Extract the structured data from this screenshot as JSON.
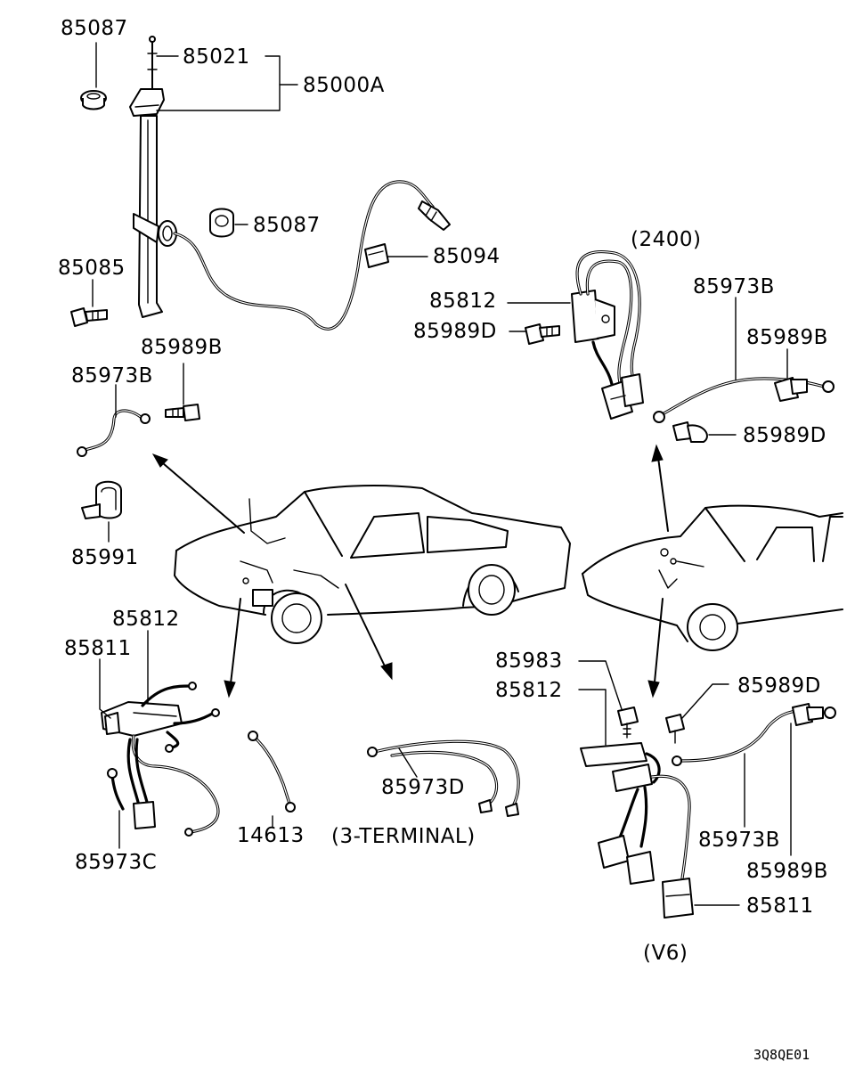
{
  "figure_code": "3Q8QE01",
  "labels": {
    "p85087_top": "85087",
    "p85021": "85021",
    "p85000A": "85000A",
    "p85087_mid": "85087",
    "p85094": "85094",
    "p85085": "85085",
    "p85989B_left": "85989B",
    "p85973B_left": "85973B",
    "p85991": "85991",
    "p2400": "(2400)",
    "p85812_2400": "85812",
    "p85989D_2400": "85989D",
    "p85973B_2400": "85973B",
    "p85989B_2400": "85989B",
    "p85989D_2400b": "85989D",
    "p85812_lower": "85812",
    "p85811_lower": "85811",
    "p85973C": "85973C",
    "p14613": "14613",
    "p85973D": "85973D",
    "p3terminal": "(3-TERMINAL)",
    "p85983": "85983",
    "p85812_v6": "85812",
    "p85989D_v6": "85989D",
    "p85973B_v6": "85973B",
    "p85989B_v6": "85989B",
    "p85811_v6": "85811",
    "pV6": "(V6)"
  }
}
